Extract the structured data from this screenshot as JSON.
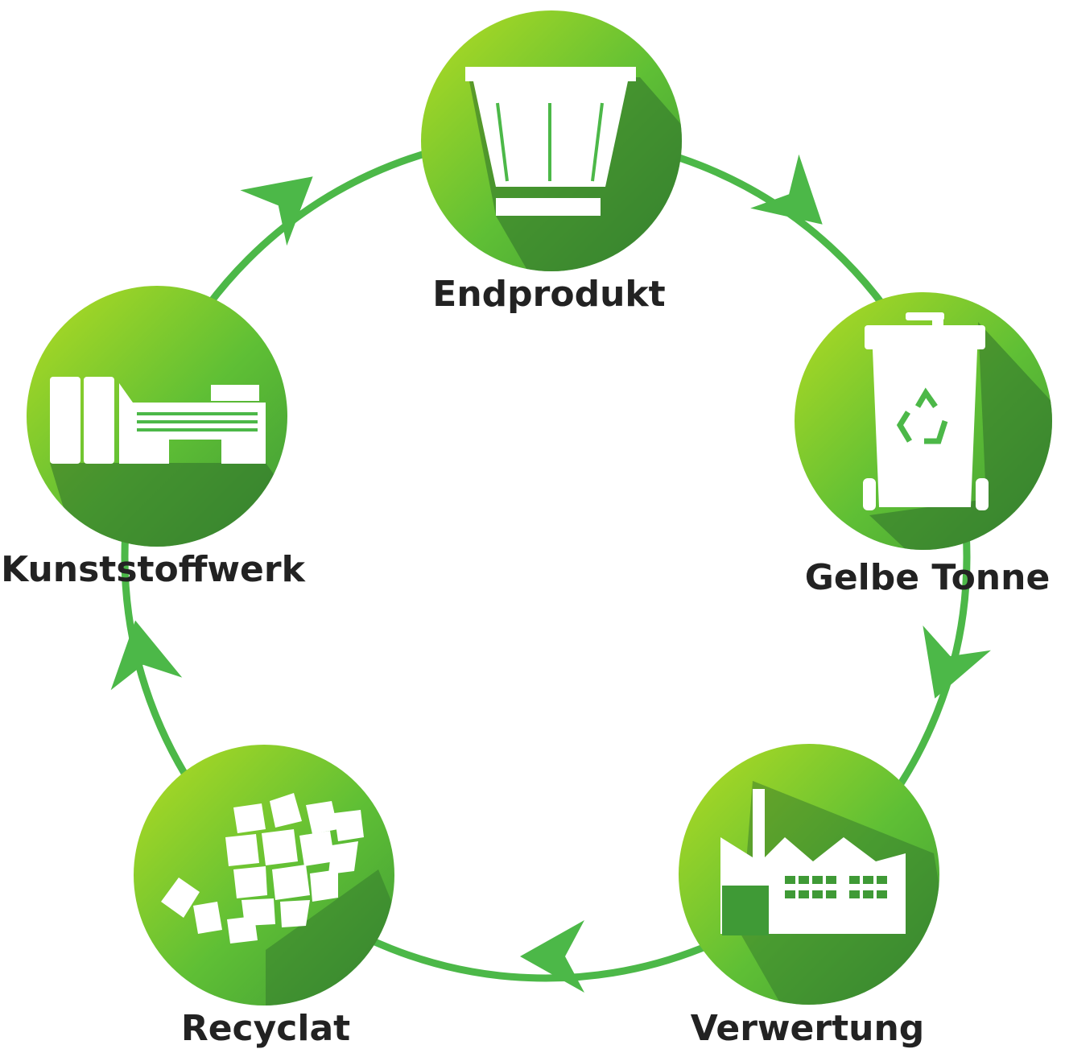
{
  "colors": {
    "ring": "#4cb848",
    "circle_light": "#b4dc22",
    "circle_mid": "#5fbf35",
    "circle_dark": "#3f9a36",
    "shadow": "#2f6f2a",
    "icon": "#ffffff",
    "label": "#222222"
  },
  "stages": [
    {
      "label": "Endprodukt",
      "icon": "bucket-icon"
    },
    {
      "label": "Gelbe Tonne",
      "icon": "recycling-bin-icon"
    },
    {
      "label": "Verwertung",
      "icon": "factory-icon"
    },
    {
      "label": "Recyclat",
      "icon": "flakes-icon"
    },
    {
      "label": "Kunststoffwerk",
      "icon": "plant-icon"
    }
  ]
}
